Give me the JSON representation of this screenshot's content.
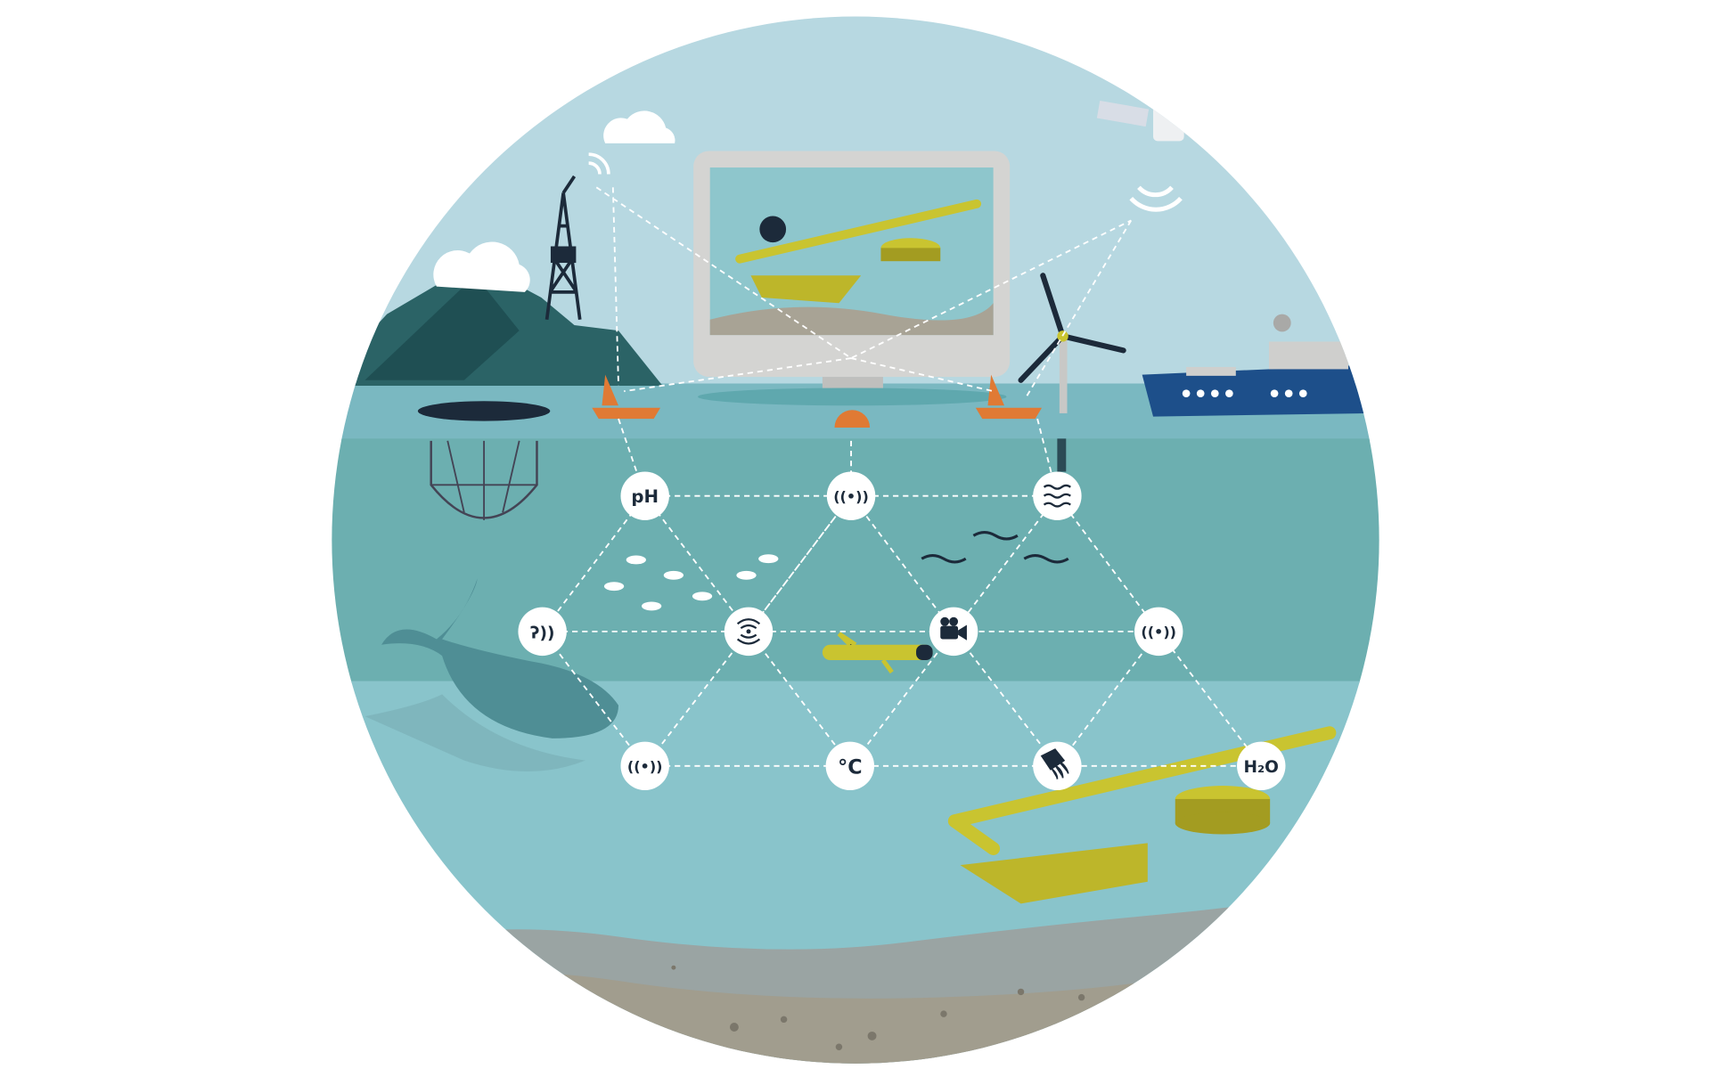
{
  "illustration": {
    "nodes": [
      {
        "id": "ph",
        "label": "pH",
        "icon": "ph-sensor-icon"
      },
      {
        "id": "acoustic-top",
        "label": "",
        "icon": "acoustic-signal-icon"
      },
      {
        "id": "current",
        "label": "",
        "icon": "current-flow-icon"
      },
      {
        "id": "hearing",
        "label": "",
        "icon": "ear-hydrophone-icon"
      },
      {
        "id": "sonar",
        "label": "",
        "icon": "sonar-icon"
      },
      {
        "id": "camera",
        "label": "",
        "icon": "video-camera-icon"
      },
      {
        "id": "acoustic-right",
        "label": "",
        "icon": "acoustic-signal-icon"
      },
      {
        "id": "acoustic-bottom",
        "label": "",
        "icon": "acoustic-signal-icon"
      },
      {
        "id": "temperature",
        "label": "°C",
        "icon": "temperature-icon"
      },
      {
        "id": "fiber",
        "label": "",
        "icon": "fiber-optic-icon"
      },
      {
        "id": "water",
        "label": "H₂O",
        "icon": "water-quality-icon"
      }
    ],
    "colors": {
      "sky": "#b7d8e1",
      "surface": "#7ab8c1",
      "upper_water": "#6cafb0",
      "lower_water": "#89c4cb",
      "seabed": "#a19d8e",
      "node": "#ffffff",
      "accent_yellow": "#c9c430",
      "buoy_orange": "#e07a34",
      "ship_blue": "#1d4f8a",
      "mountain": "#2b6366"
    }
  }
}
